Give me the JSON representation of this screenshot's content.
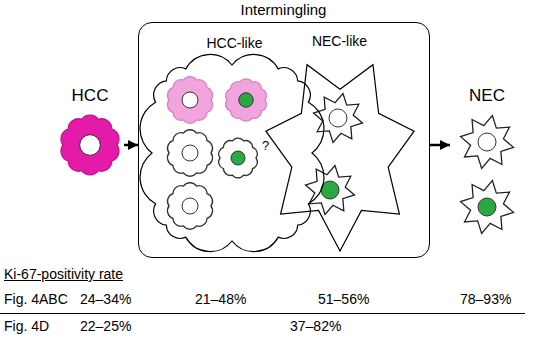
{
  "diagram": {
    "nodes": [
      {
        "text": [
          "HCC"
        ]
      },
      {
        "text": [
          "Intermingling"
        ]
      },
      {
        "text": [
          "HCC-like"
        ],
        "in": 1
      },
      {
        "text": [
          "NEC-like"
        ],
        "in": 1
      },
      {
        "text": [
          "NEC"
        ]
      }
    ],
    "edges": [
      {
        "from": 0,
        "to": 1,
        "arrow": "to"
      },
      {
        "from": 1,
        "to": 4,
        "arrow": "to"
      }
    ],
    "labels": [
      "?",
      "Ki-67-positivity rate",
      "Fig. 4ABC",
      "24–34%",
      "21–48%",
      "51–56%",
      "78–93%",
      "Fig. 4D",
      "22–25%",
      "37–82%"
    ]
  }
}
